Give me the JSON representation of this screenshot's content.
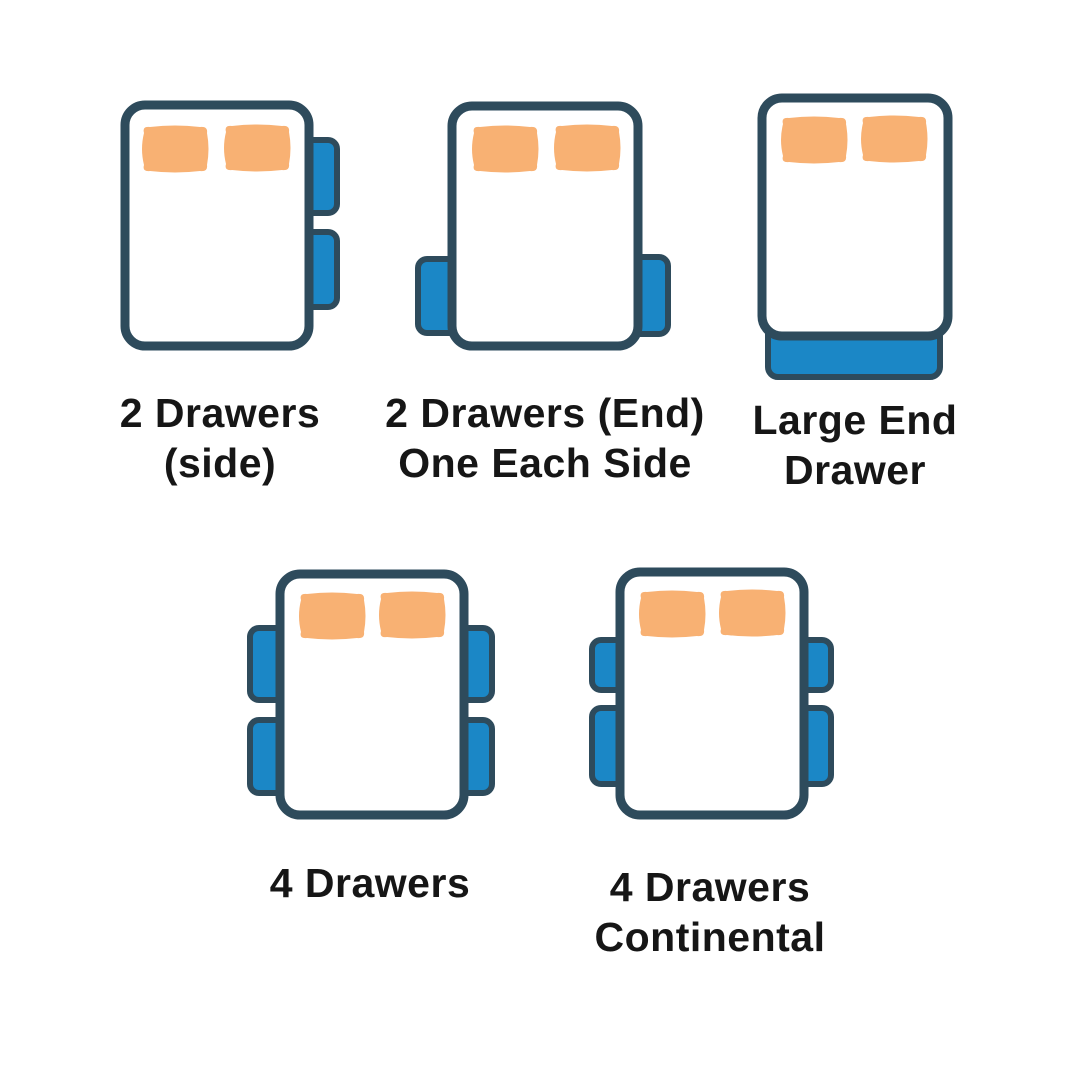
{
  "colors": {
    "outline": "#2e4b5c",
    "drawer": "#1b87c6",
    "pillow": "#f8b173",
    "bed_fill": "#ffffff",
    "label_text": "#161616",
    "bg": "#ffffff"
  },
  "figures": [
    {
      "id": "2-drawers-side",
      "label": "2 Drawers\n(side)",
      "drawer_count": 2,
      "drawer_layout": "two drawers on right side"
    },
    {
      "id": "2-drawers-end-each-side",
      "label": "2 Drawers (End)\nOne Each Side",
      "drawer_count": 2,
      "drawer_layout": "one drawer each side near foot end"
    },
    {
      "id": "large-end-drawer",
      "label": "Large End\nDrawer",
      "drawer_count": 1,
      "drawer_layout": "one large drawer at foot end"
    },
    {
      "id": "4-drawers",
      "label": "4 Drawers",
      "drawer_count": 4,
      "drawer_layout": "two drawers each side"
    },
    {
      "id": "4-drawers-continental",
      "label": "4 Drawers\nContinental",
      "drawer_count": 4,
      "drawer_layout": "two drawers each side, shorter top drawers"
    }
  ]
}
